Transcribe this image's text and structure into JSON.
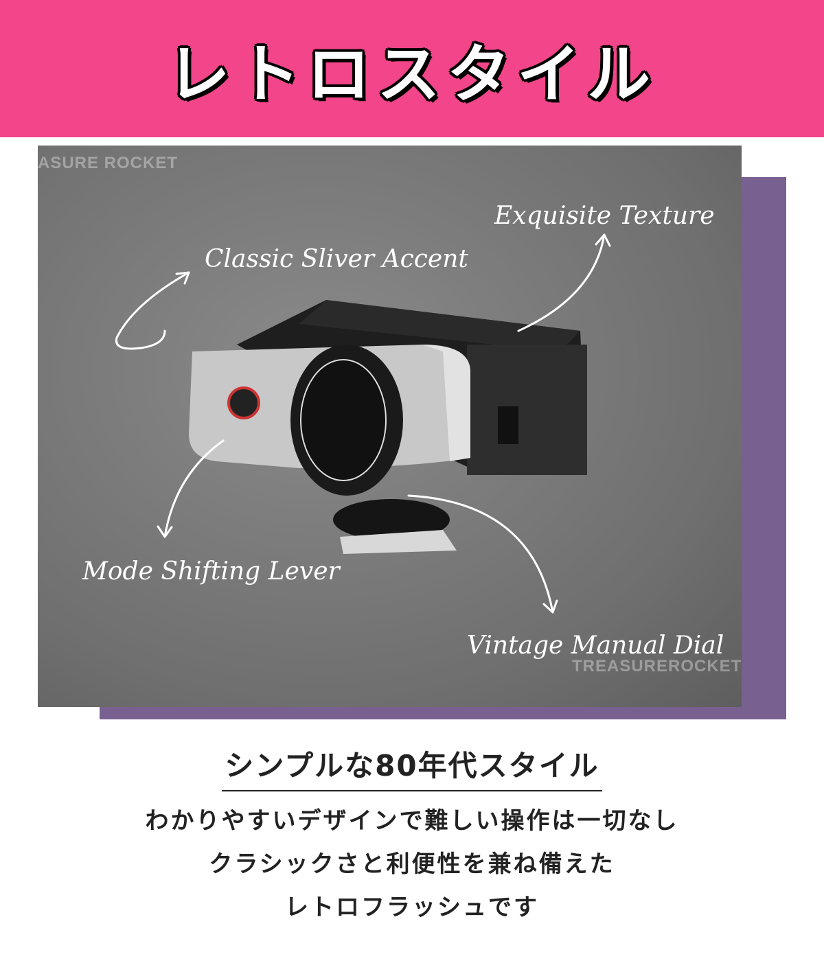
{
  "header": {
    "title": "レトロスタイル",
    "background_color": "#f2458a"
  },
  "photo": {
    "watermarks": [
      "ASURE ROCKET",
      "TREASUREROCKET"
    ],
    "annotations": {
      "silver": "Classic Sliver Accent",
      "texture": "Exquisite Texture",
      "lever": "Mode Shifting Lever",
      "dial": "Vintage Manual Dial"
    },
    "shadow_color": "#786090"
  },
  "content": {
    "subtitle": "シンプルな80年代スタイル",
    "lines": [
      "わかりやすいデザインで難しい操作は一切なし",
      "クラシックさと利便性を兼ね備えた",
      "レトロフラッシュです"
    ]
  }
}
